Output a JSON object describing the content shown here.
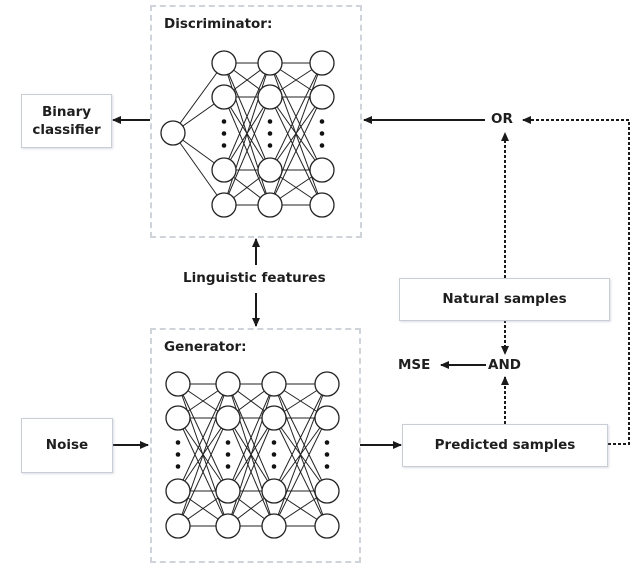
{
  "discriminator": {
    "title": "Discriminator:",
    "layers": [
      1,
      4,
      4,
      4
    ]
  },
  "generator": {
    "title": "Generator:",
    "layers": [
      4,
      4,
      4,
      4
    ]
  },
  "nodes": {
    "binary_classifier": "Binary\nclassifier",
    "noise": "Noise",
    "linguistic_features": "Linguistic features",
    "natural_samples": "Natural samples",
    "predicted_samples": "Predicted samples",
    "or": "OR",
    "and": "AND",
    "mse": "MSE"
  },
  "colors": {
    "panel_border": "#cfd3da",
    "box_border": "#c9cdd4",
    "line": "#1a1a1a"
  }
}
